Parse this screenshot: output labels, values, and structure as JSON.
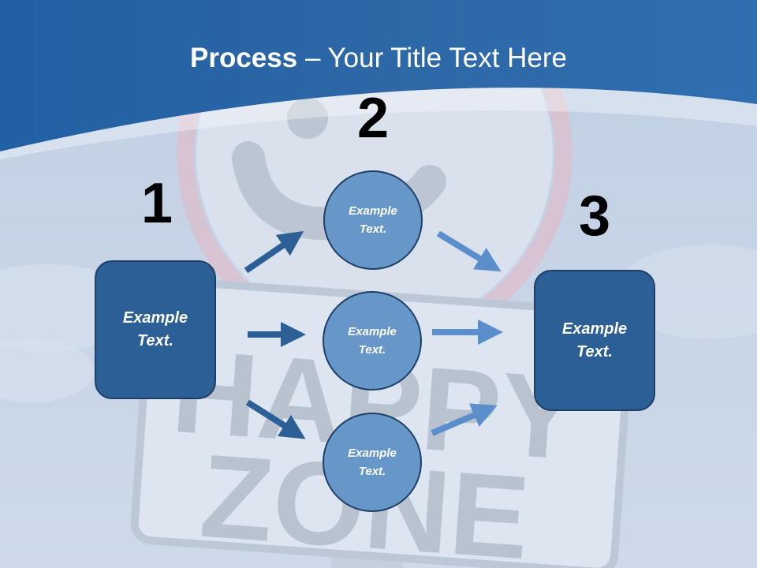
{
  "title": {
    "bold": "Process",
    "rest": " – Your Title Text Here"
  },
  "steps": [
    {
      "number": "1",
      "box_text": "Example Text."
    },
    {
      "number": "2"
    },
    {
      "number": "3",
      "box_text": "Example Text."
    }
  ],
  "circles": [
    {
      "text": "Example Text."
    },
    {
      "text": "Example Text."
    },
    {
      "text": "Example Text."
    }
  ],
  "background_sign": {
    "line1": "HAPPY",
    "line2": "ZONE"
  },
  "colors": {
    "header_blue": "#2a64a2",
    "box_fill": "#2b5f96",
    "circle_fill": "#6796c9",
    "dark_arrow": "#2b5f96",
    "light_arrow": "#5b8fcb",
    "outline": "#1f3f66"
  }
}
